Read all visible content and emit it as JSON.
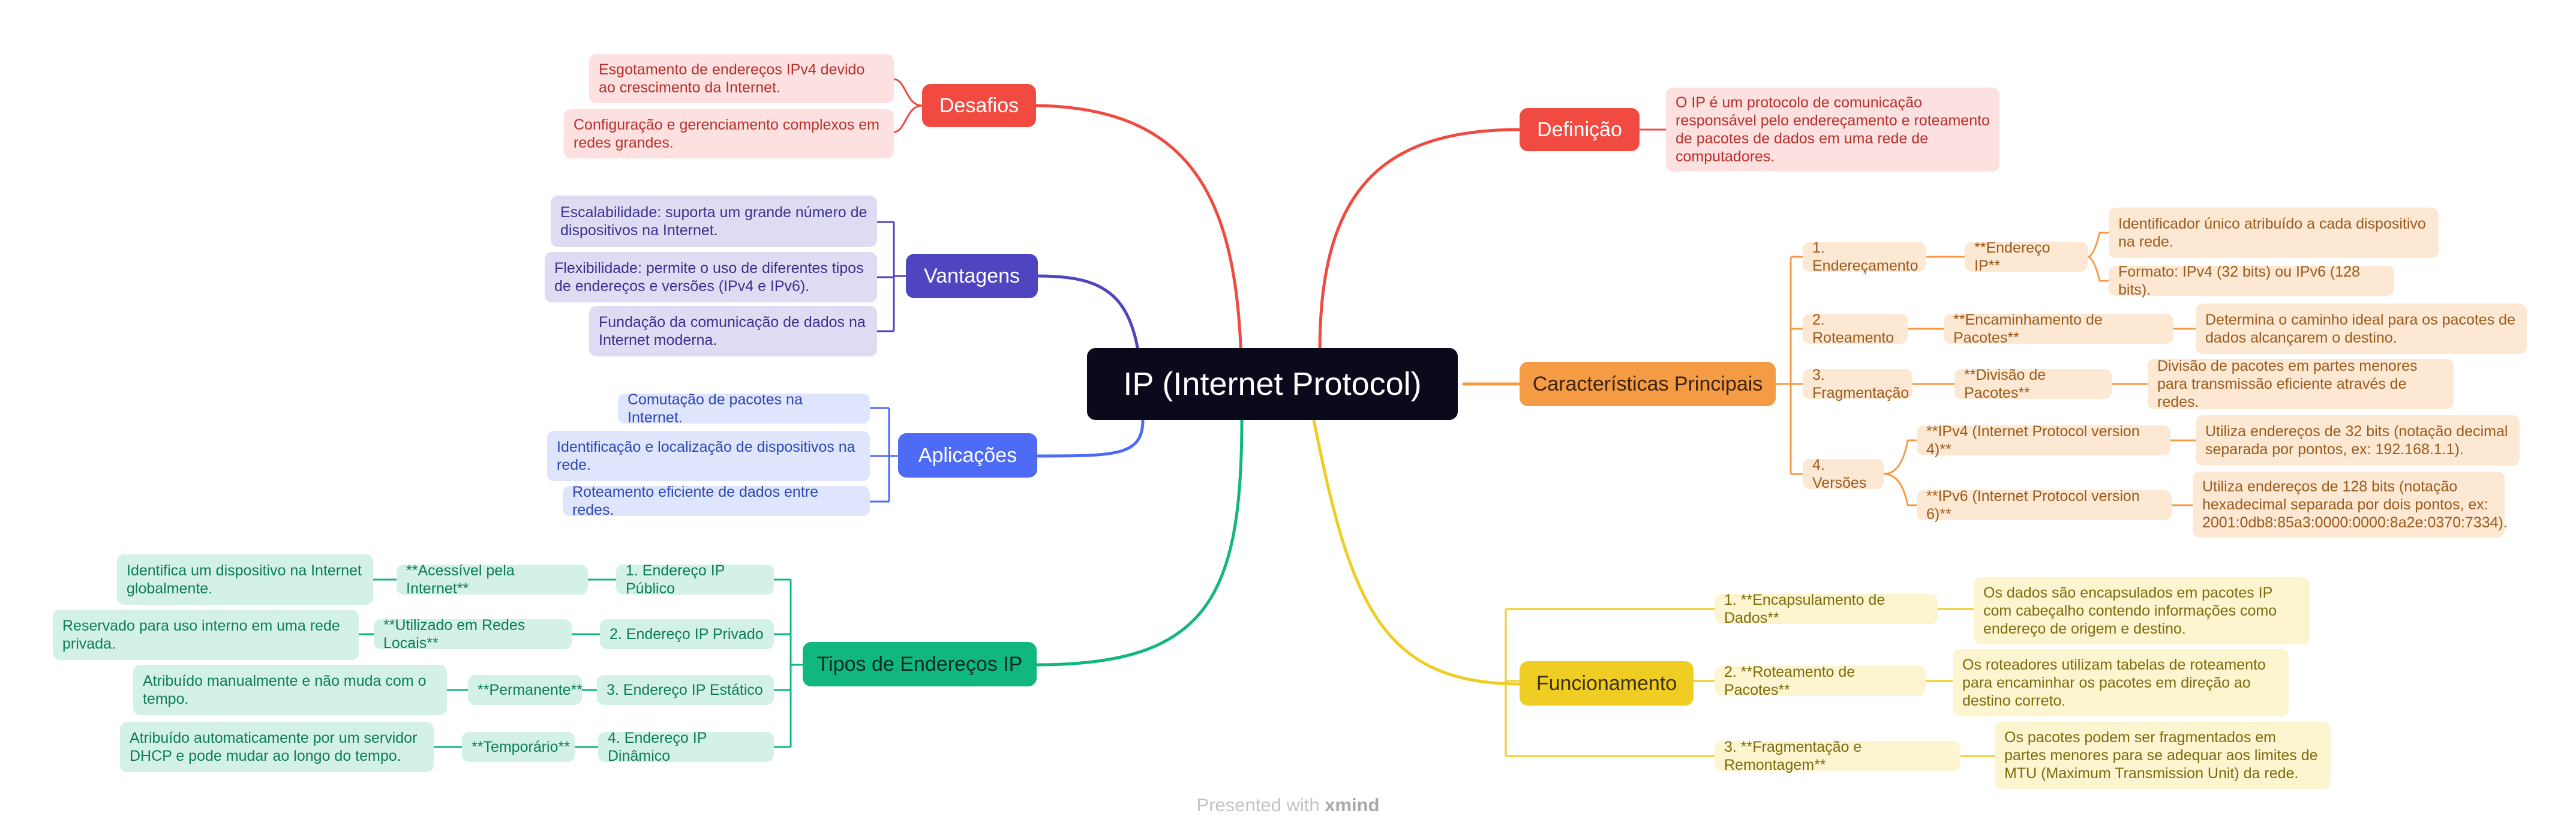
{
  "root": "IP (Internet Protocol)",
  "footer": {
    "prefix": "Presented with ",
    "brand": "xmind"
  },
  "colors": {
    "desafios": "#f04a41",
    "vantagens": "#4f45c0",
    "aplicacoes": "#4d6bf5",
    "tipos": "#10b77f",
    "definicao": "#f04a41",
    "caracteristicas": "#f49b44",
    "funcionamento": "#f0cd22"
  },
  "desafios": {
    "label": "Desafios",
    "items": [
      "Esgotamento de endereços IPv4 devido ao crescimento da Internet.",
      "Configuração e gerenciamento complexos em redes grandes."
    ]
  },
  "vantagens": {
    "label": "Vantagens",
    "items": [
      "Escalabilidade: suporta um grande número de dispositivos na Internet.",
      "Flexibilidade: permite o uso de diferentes tipos de endereços e versões (IPv4 e IPv6).",
      "Fundação da comunicação de dados na Internet moderna."
    ]
  },
  "aplicacoes": {
    "label": "Aplicações",
    "items": [
      "Comutação de pacotes na Internet.",
      "Identificação e localização de dispositivos na rede.",
      "Roteamento eficiente de dados entre redes."
    ]
  },
  "tipos": {
    "label": "Tipos de Endereços IP",
    "items": [
      {
        "label": "1. Endereço IP Público",
        "sub": "**Acessível pela Internet**",
        "desc": "Identifica um dispositivo na Internet globalmente."
      },
      {
        "label": "2. Endereço IP Privado",
        "sub": "**Utilizado em Redes Locais**",
        "desc": "Reservado para uso interno em uma rede privada."
      },
      {
        "label": "3. Endereço IP Estático",
        "sub": "**Permanente**",
        "desc": "Atribuído manualmente e não muda com o tempo."
      },
      {
        "label": "4. Endereço IP Dinâmico",
        "sub": "**Temporário**",
        "desc": "Atribuído automaticamente por um servidor DHCP e pode mudar ao longo do tempo."
      }
    ]
  },
  "definicao": {
    "label": "Definição",
    "text": "O IP é um protocolo de comunicação responsável pelo endereçamento e roteamento de pacotes de dados em uma rede de computadores."
  },
  "caracteristicas": {
    "label": "Características Principais",
    "items": [
      {
        "label": "1. Endereçamento",
        "sub": "**Endereço IP**",
        "desc": [
          "Identificador único atribuído a cada dispositivo na rede.",
          "Formato: IPv4 (32 bits) ou IPv6 (128 bits)."
        ]
      },
      {
        "label": "2. Roteamento",
        "sub": "**Encaminhamento de Pacotes**",
        "desc": [
          "Determina o caminho ideal para os pacotes de dados alcançarem o destino."
        ]
      },
      {
        "label": "3. Fragmentação",
        "sub": "**Divisão de Pacotes**",
        "desc": [
          "Divisão de pacotes em partes menores para transmissão eficiente através de redes."
        ]
      },
      {
        "label": "4. Versões",
        "subs": [
          {
            "sub": "**IPv4 (Internet Protocol version 4)**",
            "desc": "Utiliza endereços de 32 bits (notação decimal separada por pontos, ex: 192.168.1.1)."
          },
          {
            "sub": "**IPv6 (Internet Protocol version 6)**",
            "desc": "Utiliza endereços de 128 bits (notação hexadecimal separada por dois pontos, ex: 2001:0db8:85a3:0000:0000:8a2e:0370:7334)."
          }
        ]
      }
    ]
  },
  "funcionamento": {
    "label": "Funcionamento",
    "items": [
      {
        "label": "1. **Encapsulamento de Dados**",
        "desc": "Os dados são encapsulados em pacotes IP com cabeçalho contendo informações como endereço de origem e destino."
      },
      {
        "label": "2. **Roteamento de Pacotes**",
        "desc": "Os roteadores utilizam tabelas de roteamento para encaminhar os pacotes em direção ao destino correto."
      },
      {
        "label": "3. **Fragmentação e Remontagem**",
        "desc": "Os pacotes podem ser fragmentados em partes menores para se adequar aos limites de MTU (Maximum Transmission Unit) da rede."
      }
    ]
  }
}
